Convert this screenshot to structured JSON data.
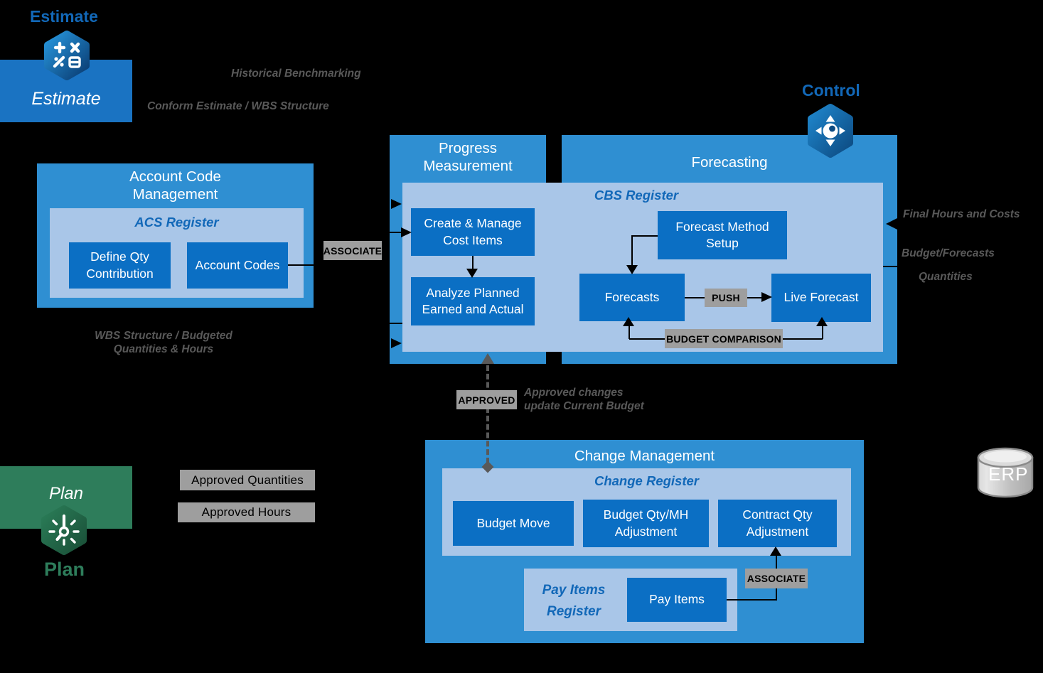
{
  "headings": {
    "estimate": "Estimate",
    "control": "Control",
    "plan": "Plan"
  },
  "banners": {
    "estimate": "Estimate",
    "plan": "Plan"
  },
  "annotations": {
    "historical_benchmarking": "Historical Benchmarking",
    "conform_estimate": "Conform Estimate / WBS Structure",
    "wbs_line1": "WBS Structure / Budgeted",
    "wbs_line2": "Quantities & Hours",
    "final_hours": "Final Hours and Costs",
    "budget_forecasts": "Budget/Forecasts",
    "quantities": "Quantities",
    "approved_line1": "Approved changes",
    "approved_line2": "update Current Budget"
  },
  "connectors": {
    "associate_acm": "ASSOCIATE",
    "associate_pay": "ASSOCIATE",
    "push": "PUSH",
    "budget_comparison": "BUDGET COMPARISON",
    "approved": "APPROVED",
    "approved_quantities": "Approved Quantities",
    "approved_hours": "Approved Hours"
  },
  "account_code_management": {
    "title": "Account Code Management",
    "register": "ACS Register",
    "items": [
      "Define Qty Contribution",
      "Account Codes"
    ]
  },
  "progress_measurement": {
    "title": "Progress Measurement",
    "items": [
      "Create & Manage Cost Items",
      "Analyze Planned Earned and Actual"
    ]
  },
  "forecasting": {
    "title": "Forecasting",
    "register": "CBS Register",
    "items": [
      "Forecast Method Setup",
      "Forecasts",
      "Live Forecast"
    ]
  },
  "change_management": {
    "title": "Change Management",
    "register": "Change Register",
    "items": [
      "Budget Move",
      "Budget Qty/MH Adjustment",
      "Contract Qty Adjustment"
    ],
    "pay_register_line1": "Pay Items",
    "pay_register_line2": "Register",
    "pay_items": "Pay Items"
  },
  "erp": {
    "label": "ERP"
  },
  "colors": {
    "background": "#000000",
    "outer_box_blue": "#2F8FD2",
    "inner_box_blue": "#A9C6E8",
    "item_box_blue": "#0B6FC4",
    "register_text_blue": "#1268B8",
    "heading_blue": "#1268B8",
    "estimate_banner_blue": "#1A73C2",
    "plan_green": "#2E7D5B",
    "label_gray": "#9E9E9E",
    "annotation_gray": "#595959"
  }
}
